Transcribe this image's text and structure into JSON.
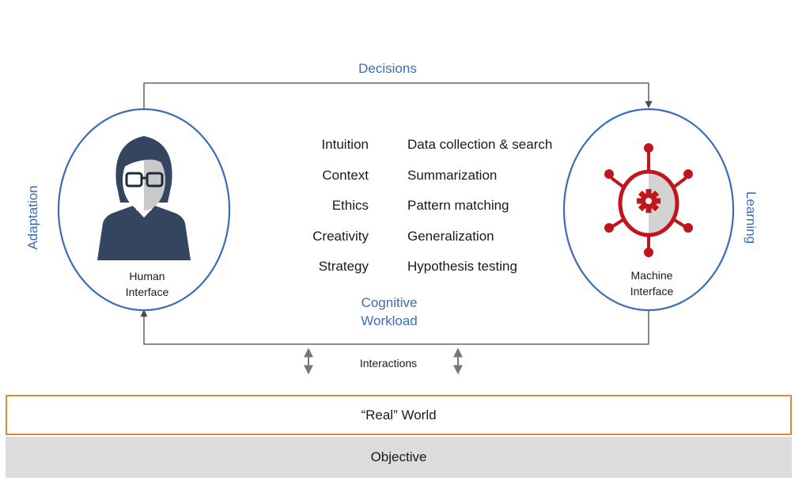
{
  "top_loop_label": "Decisions",
  "left_side_label": "Adaptation",
  "right_side_label": "Learning",
  "human_node": {
    "line1": "Human",
    "line2": "Interface",
    "icon": "person-with-glasses-icon"
  },
  "machine_node": {
    "line1": "Machine",
    "line2": "Interface",
    "icon": "gear-network-icon"
  },
  "human_strengths": [
    "Intuition",
    "Context",
    "Ethics",
    "Creativity",
    "Strategy"
  ],
  "machine_strengths": [
    "Data collection & search",
    "Summarization",
    "Pattern matching",
    "Generalization",
    "Hypothesis testing"
  ],
  "center_label": {
    "line1": "Cognitive",
    "line2": "Workload"
  },
  "interactions_label": "Interactions",
  "real_world_label": "“Real” World",
  "objective_label": "Objective",
  "colors": {
    "accent_blue": "#3a6db3",
    "loop_line": "#3d4b5c",
    "person": "#34465f",
    "machine_red": "#c0151d",
    "real_world_border": "#e8853a",
    "objective_bg": "#dcdcdc"
  }
}
